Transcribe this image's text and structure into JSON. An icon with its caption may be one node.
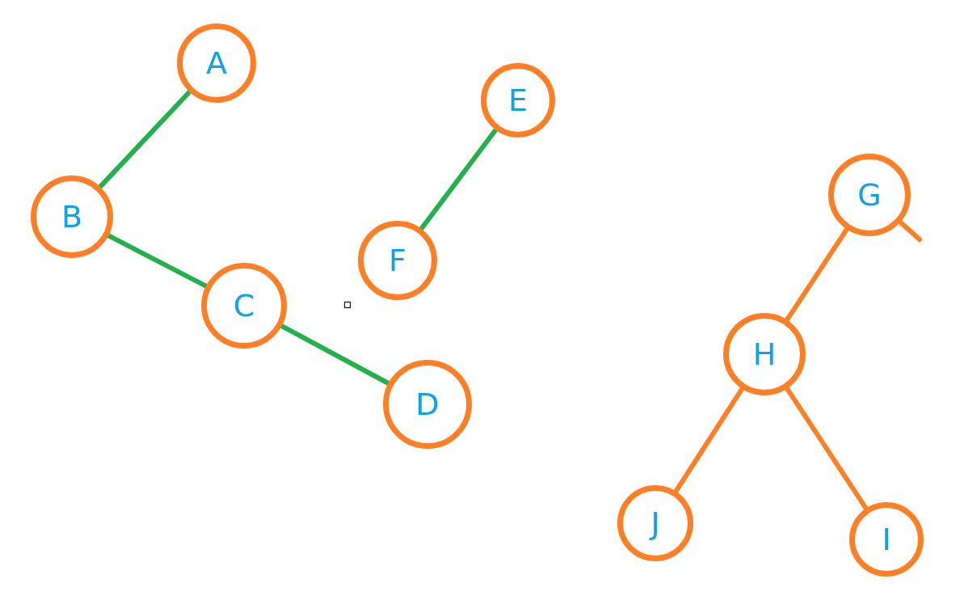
{
  "diagram": {
    "nodes": [
      {
        "text": [
          "A"
        ]
      },
      {
        "text": [
          "B"
        ]
      },
      {
        "text": [
          "C"
        ]
      },
      {
        "text": [
          "D"
        ]
      },
      {
        "text": [
          "E"
        ]
      },
      {
        "text": [
          "F"
        ]
      },
      {
        "text": [
          "G"
        ]
      },
      {
        "text": [
          "H"
        ]
      },
      {
        "text": [
          "J"
        ]
      },
      {
        "text": [
          "I"
        ]
      }
    ],
    "edges": [
      {
        "from": 0,
        "to": 1,
        "arrow": "none"
      },
      {
        "from": 1,
        "to": 2,
        "arrow": "none"
      },
      {
        "from": 2,
        "to": 3,
        "arrow": "none"
      },
      {
        "from": 4,
        "to": 5,
        "arrow": "none"
      },
      {
        "from": 6,
        "to": 7,
        "arrow": "none",
        "color": "#ff7f27"
      },
      {
        "from": 7,
        "to": 8,
        "arrow": "none",
        "color": "#ff7f27"
      },
      {
        "from": 7,
        "to": 9,
        "arrow": "none",
        "color": "#ff7f27"
      },
      {
        "from": 6,
        "to": null,
        "arrow": "none",
        "color": "#ff7f27"
      }
    ]
  }
}
